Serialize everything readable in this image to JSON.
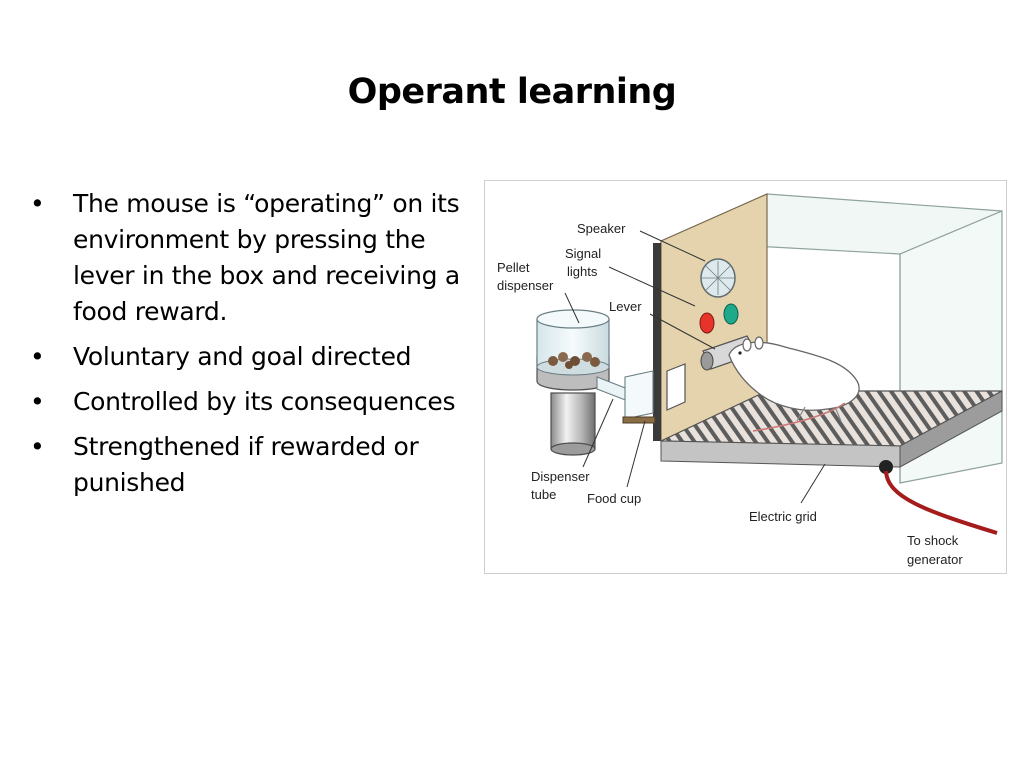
{
  "slide": {
    "title": "Operant learning",
    "bullet_symbol": "•",
    "bullets": [
      "The mouse is “operating” on its environment by pressing the lever in the box and receiving a food reward.",
      "Voluntary and goal directed",
      "Controlled by its consequences",
      "Strengthened if rewarded or punished"
    ]
  },
  "figure": {
    "labels": {
      "speaker": "Speaker",
      "signal_lights_1": "Signal",
      "signal_lights_2": "lights",
      "pellet_dispenser_1": "Pellet",
      "pellet_dispenser_2": "dispenser",
      "lever": "Lever",
      "dispenser_tube_1": "Dispenser",
      "dispenser_tube_2": "tube",
      "food_cup": "Food cup",
      "electric_grid": "Electric grid",
      "shock_generator_1": "To shock",
      "shock_generator_2": "generator"
    },
    "colors": {
      "red_light": "#e8332a",
      "green_light": "#1fa98a",
      "back_panel": "#e4d3ad",
      "grid": "#6d6d6d",
      "cable": "#a51c1c"
    }
  }
}
